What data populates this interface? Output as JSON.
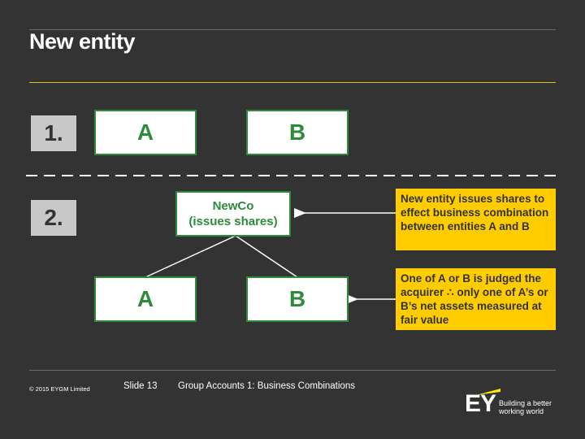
{
  "slide": {
    "title": "New entity"
  },
  "scenario1": {
    "number": "1.",
    "entity_a": "A",
    "entity_b": "B"
  },
  "scenario2": {
    "number": "2.",
    "newco_name": "NewCo",
    "newco_note": "(issues shares)",
    "entity_a": "A",
    "entity_b": "B",
    "callout_top": "New entity issues shares to effect business combination between entities A and B",
    "callout_bottom": "One of A or B is judged the acquirer ∴ only one of A’s or B’s net assets measured at fair value"
  },
  "footer": {
    "copyright": "© 2015 EYGM Limited",
    "slide_label": "Slide 13",
    "deck_title": "Group Accounts 1: Business Combinations"
  },
  "logo": {
    "brand": "EY",
    "tagline_line1": "Building a better",
    "tagline_line2": "working world"
  },
  "colors": {
    "background": "#333333",
    "accent_green": "#2e8b3c",
    "callout_yellow": "#ffcc00",
    "rule_yellow": "#e6c200"
  }
}
